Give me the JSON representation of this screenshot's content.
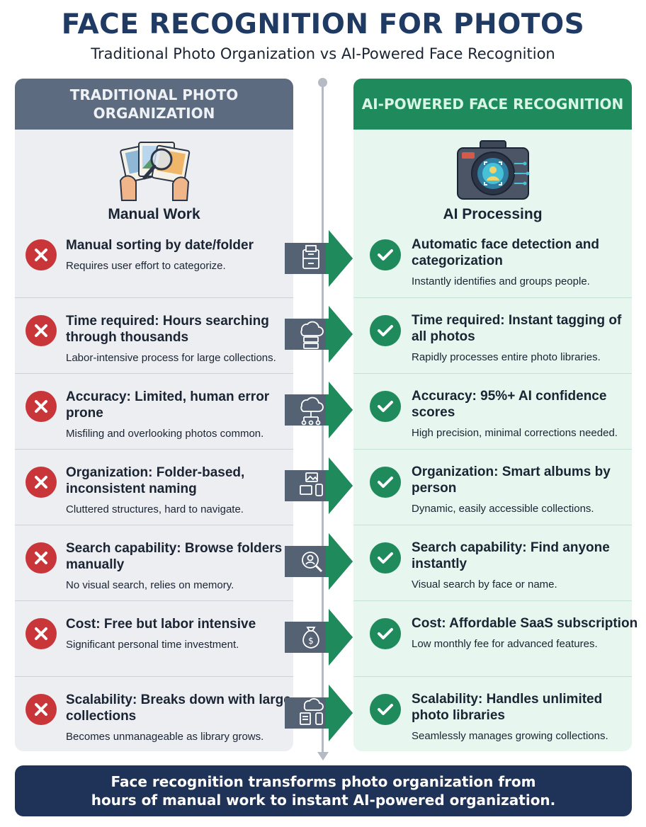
{
  "title": "FACE RECOGNITION FOR PHOTOS",
  "subtitle": "Traditional Photo Organization vs AI-Powered Face Recognition",
  "left": {
    "header": "TRADITIONAL PHOTO ORGANIZATION",
    "subtitle": "Manual Work",
    "icon": "hands-holding-photos-magnifier-icon",
    "accent": "#c9363a",
    "header_color": "#5d6b80"
  },
  "right": {
    "header": "AI-POWERED FACE RECOGNITION",
    "subtitle": "AI Processing",
    "icon": "camera-face-scan-icon",
    "accent": "#1f8a5b",
    "header_color": "#1f8a5b"
  },
  "rows": [
    {
      "flow_icon": "file-cabinet-icon",
      "left_title": "Manual sorting by date/folder",
      "left_desc": "Requires user effort to categorize.",
      "right_title": "Automatic face detection and categorization",
      "right_desc": "Instantly identifies and groups people."
    },
    {
      "flow_icon": "cloud-server-icon",
      "left_title": "Time required: Hours searching through thousands",
      "left_desc": "Labor-intensive process for large collections.",
      "right_title": "Time required: Instant tagging of all photos",
      "right_desc": "Rapidly processes entire photo libraries."
    },
    {
      "flow_icon": "cloud-network-icon",
      "left_title": "Accuracy: Limited, human error prone",
      "left_desc": "Misfiling and overlooking photos common.",
      "right_title": "Accuracy: 95%+ AI confidence scores",
      "right_desc": "High precision, minimal corrections needed."
    },
    {
      "flow_icon": "photo-devices-icon",
      "left_title": "Organization: Folder-based, inconsistent naming",
      "left_desc": "Cluttered structures, hard to navigate.",
      "right_title": "Organization: Smart albums by person",
      "right_desc": "Dynamic, easily accessible collections."
    },
    {
      "flow_icon": "face-search-icon",
      "left_title": "Search capability: Browse folders manually",
      "left_desc": "No visual search, relies on memory.",
      "right_title": "Search capability: Find anyone instantly",
      "right_desc": "Visual search by face or name."
    },
    {
      "flow_icon": "money-bag-icon",
      "left_title": "Cost: Free but labor intensive",
      "left_desc": "Significant personal time investment.",
      "right_title": "Cost: Affordable SaaS subscription",
      "right_desc": "Low monthly fee for advanced features."
    },
    {
      "flow_icon": "cloud-devices-icon",
      "left_title": "Scalability: Breaks down with large collections",
      "left_desc": "Becomes unmanageable as library grows.",
      "right_title": "Scalability: Handles unlimited photo libraries",
      "right_desc": "Seamlessly manages growing collections."
    }
  ],
  "footer": {
    "line1": "Face recognition transforms photo organization from",
    "line2": "hours of manual work to instant AI-powered organization."
  }
}
